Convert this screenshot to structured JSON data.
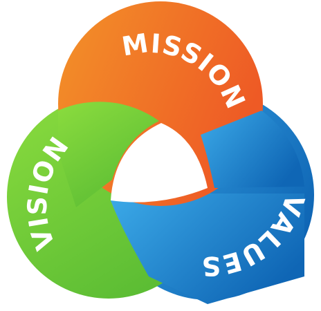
{
  "diagram": {
    "labels": {
      "mission": "MISSION",
      "vision": "VISION",
      "values": "VALUES"
    },
    "colors": {
      "mission_start": "#F39229",
      "mission_end": "#EE5A25",
      "vision_start": "#8BDC3E",
      "vision_end": "#5CBD34",
      "values_start": "#3CAAE8",
      "values_end": "#0F66B5",
      "background": "#ffffff"
    }
  }
}
